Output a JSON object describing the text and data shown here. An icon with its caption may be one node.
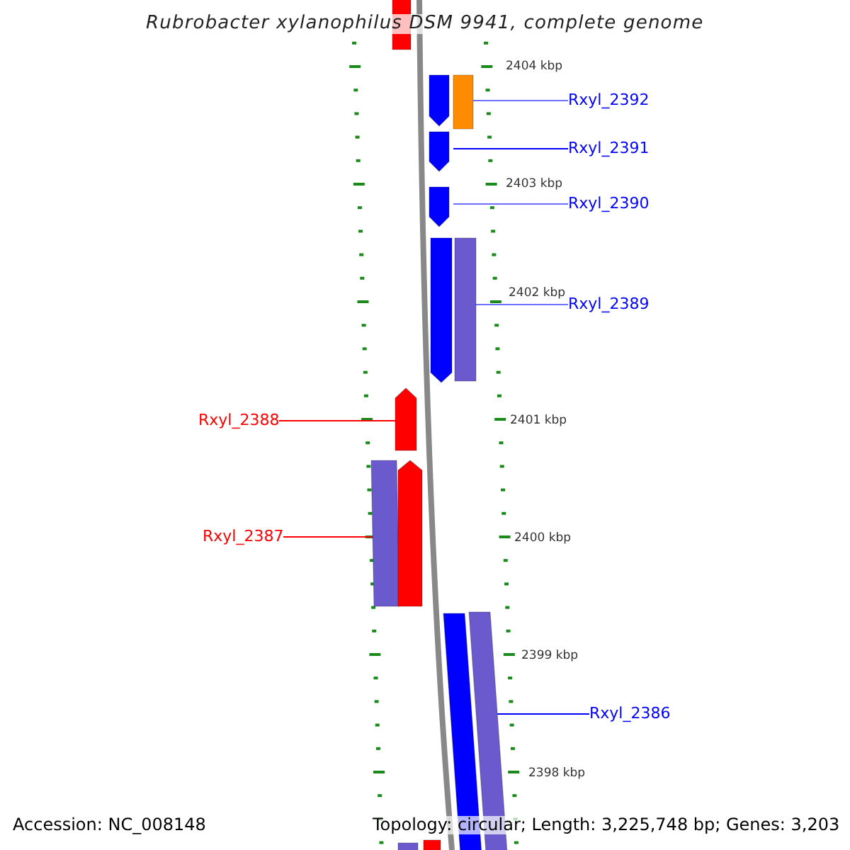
{
  "diagram": {
    "title": "Rubrobacter xylanophilus DSM 9941, complete genome",
    "nodes": [
      {
        "text": [],
        "shape": "bar"
      },
      {
        "text": [],
        "shape": "pentagon"
      },
      {
        "text": [],
        "shape": "bar"
      },
      {
        "text": [
          "Rxyl_2392"
        ]
      },
      {
        "text": [
          "Rxyl_2391"
        ]
      },
      {
        "text": [],
        "shape": "pentagon"
      },
      {
        "text": [],
        "shape": "pentagon"
      },
      {
        "text": [
          "Rxyl_2390"
        ]
      },
      {
        "text": [],
        "shape": "pentagon"
      },
      {
        "text": [],
        "shape": "bar"
      },
      {
        "text": [
          "Rxyl_2389"
        ]
      },
      {
        "text": [],
        "shape": "pentagon"
      },
      {
        "text": [
          "Rxyl_2388"
        ]
      },
      {
        "text": [],
        "shape": "bar"
      },
      {
        "text": [],
        "shape": "pentagon"
      },
      {
        "text": [
          "Rxyl_2387"
        ]
      },
      {
        "text": [],
        "shape": "bar"
      },
      {
        "text": [],
        "shape": "bar"
      },
      {
        "text": [
          "Rxyl_2386"
        ]
      },
      {
        "text": [],
        "shape": "bar"
      },
      {
        "text": [],
        "shape": "bar"
      }
    ],
    "edges": [
      {
        "from": 3,
        "to": 2,
        "arrow": "none"
      },
      {
        "from": 4,
        "to": 5,
        "arrow": "none",
        "color": "#0000ff"
      },
      {
        "from": 7,
        "to": 6,
        "arrow": "none"
      },
      {
        "from": 10,
        "to": 9,
        "arrow": "none"
      },
      {
        "from": 12,
        "to": 11,
        "arrow": "none",
        "color": "#ff0000"
      },
      {
        "from": 15,
        "to": 13,
        "arrow": "none",
        "color": "#ff0000"
      },
      {
        "from": 18,
        "to": 17,
        "arrow": "none",
        "color": "#0000ff"
      }
    ],
    "labels": [
      "2404 kbp",
      "2403 kbp",
      "2402 kbp",
      "2401 kbp",
      "2400 kbp",
      "2399 kbp",
      "2398 kbp",
      "Accession: NC_008148",
      "Topology: circular; Length: 3,225,748 bp; Genes: 3,203"
    ]
  }
}
